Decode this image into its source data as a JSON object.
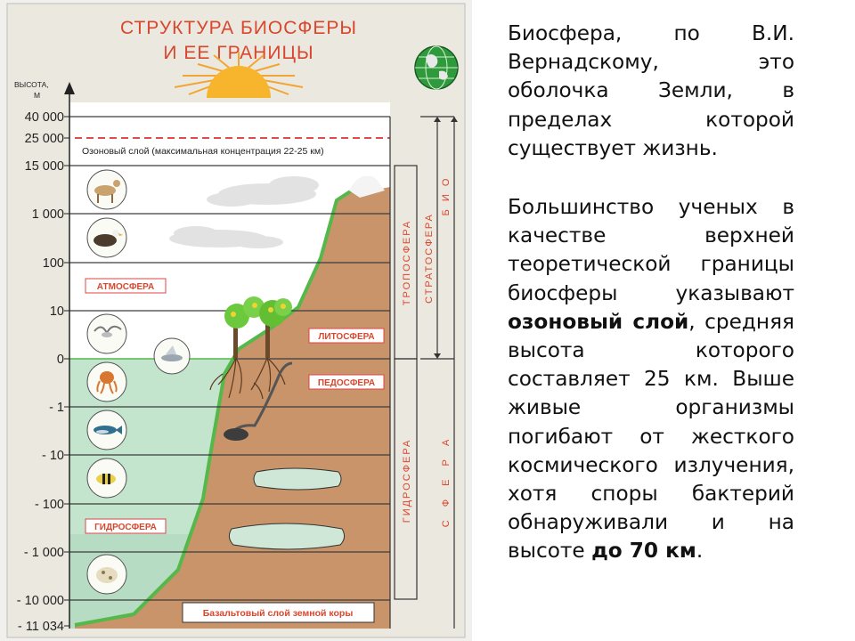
{
  "poster": {
    "title_line1": "СТРУКТУРА   БИОСФЕРЫ",
    "title_line2": "И    ЕЕ    ГРАНИЦЫ",
    "axis_title_line1": "ВЫСОТА,",
    "axis_title_line2": "М",
    "axis_ticks": [
      "40 000",
      "25 000",
      "15 000",
      "1 000",
      "100",
      "10",
      "0",
      "- 1",
      "- 10",
      "- 100",
      "- 1 000",
      "- 10 000",
      "- 11 034"
    ],
    "ozone_label": "Озоновый слой (максимальная концентрация 22-25 км)",
    "sphere_labels": {
      "atmosphere": "АТМОСФЕРА",
      "lithosphere": "ЛИТОСФЕРА",
      "pedosphere": "ПЕДОСФЕРА",
      "hydrosphere": "ГИДРОСФЕРА"
    },
    "basalt_label": "Базальтовый слой земной коры",
    "vertical_labels": {
      "troposphere": "ТРОПОСФЕРА",
      "stratosphere": "СТРАТОСФЕРА",
      "hydrosphere": "ГИДРОСФЕРА",
      "biosphere_upper": "Б И О",
      "biosphere_lower": "С Ф Е Р А"
    },
    "colors": {
      "title": "#d9462e",
      "sky": "#ffffff",
      "hydro": "#c3e4cd",
      "hydro_deep": "#b2d8bf",
      "land": "#c9946a",
      "land_dark": "#a8744c",
      "grass": "#55b84a",
      "ozone": "#e04b4b",
      "frame": "#6a6a6a",
      "poster_bg": "#ebe9df"
    }
  },
  "text": {
    "p1": "Биосфера, по В.И. Вернадскому, это оболочка Земли, в пределах которой существует жизнь.",
    "p2_a": "Большинство ученых в качестве верхней теоретической границы биосферы указывают ",
    "p2_b": "озоновый слой",
    "p2_c": ", средняя высота которого составляет 25 км. Выше живые организмы погибают от жесткого космического излучения, хотя споры бактерий обнаруживали и на высоте ",
    "p2_d": "до 70 км",
    "p2_e": "."
  }
}
